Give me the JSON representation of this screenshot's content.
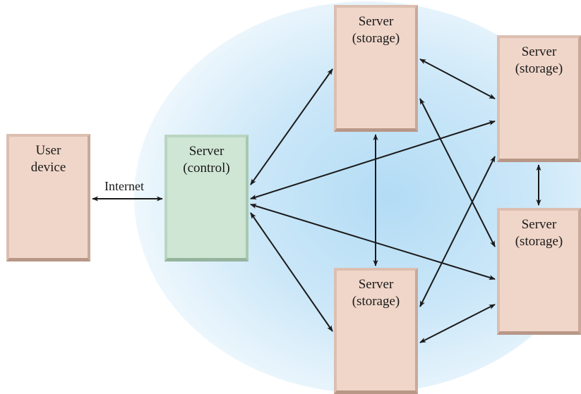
{
  "nodes": {
    "user": {
      "line1": "User",
      "line2": "device"
    },
    "control": {
      "line1": "Server",
      "line2": "(control)"
    },
    "storage_top": {
      "line1": "Server",
      "line2": "(storage)"
    },
    "storage_upper_right": {
      "line1": "Server",
      "line2": "(storage)"
    },
    "storage_lower_right": {
      "line1": "Server",
      "line2": "(storage)"
    },
    "storage_bottom": {
      "line1": "Server",
      "line2": "(storage)"
    }
  },
  "connection_label": "Internet",
  "colors": {
    "storage_fill": "#f0d6c9",
    "control_fill": "#cfe6d4",
    "cloud_center": "#bfe2f6",
    "arrow": "#1a1a1a"
  }
}
